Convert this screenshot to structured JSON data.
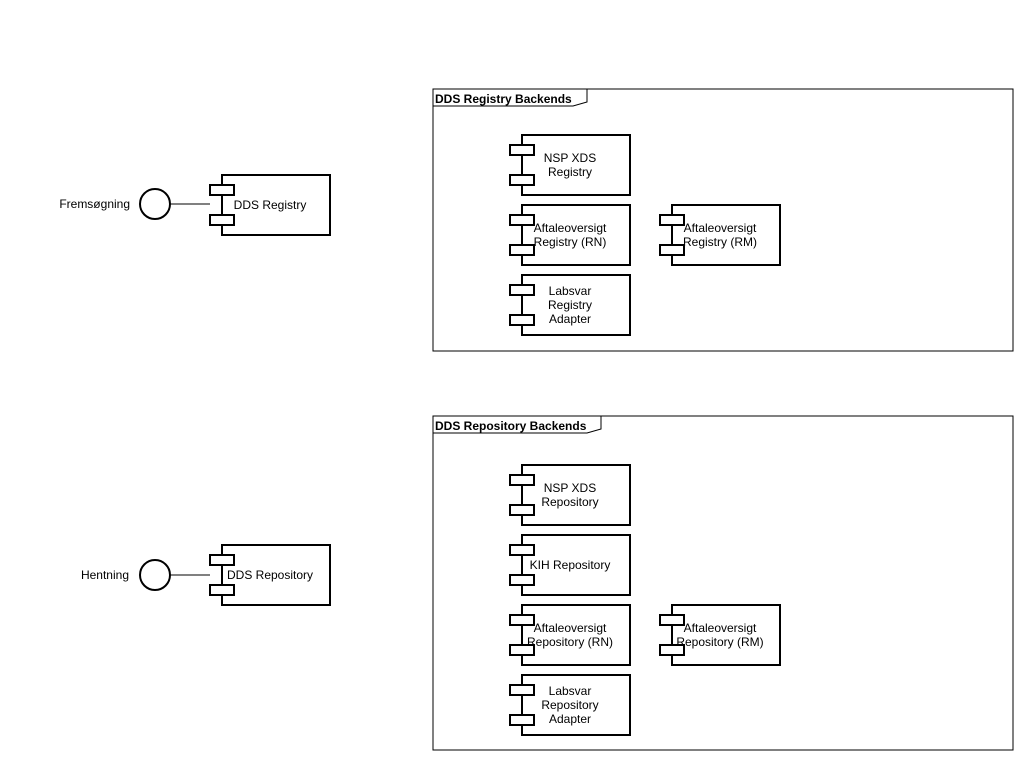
{
  "interfaces": {
    "registry": {
      "label": "Fremsøgning"
    },
    "repository": {
      "label": "Hentning"
    }
  },
  "components": {
    "dds_registry": {
      "lines": [
        "DDS Registry"
      ]
    },
    "dds_repository": {
      "lines": [
        "DDS Repository"
      ]
    }
  },
  "registry_backends": {
    "title": "DDS Registry Backends",
    "items": [
      {
        "lines": [
          "NSP XDS",
          "Registry"
        ]
      },
      {
        "lines": [
          "Aftaleoversigt",
          "Registry (RN)"
        ]
      },
      {
        "lines": [
          "Aftaleoversigt",
          "Registry (RM)"
        ]
      },
      {
        "lines": [
          "Labsvar",
          "Registry",
          "Adapter"
        ]
      }
    ]
  },
  "repository_backends": {
    "title": "DDS Repository Backends",
    "items": [
      {
        "lines": [
          "NSP XDS",
          "Repository"
        ]
      },
      {
        "lines": [
          "KIH Repository"
        ]
      },
      {
        "lines": [
          "Aftaleoversigt",
          "Repository (RN)"
        ]
      },
      {
        "lines": [
          "Aftaleoversigt",
          "Repository (RM)"
        ]
      },
      {
        "lines": [
          "Labsvar",
          "Repository",
          "Adapter"
        ]
      }
    ]
  }
}
